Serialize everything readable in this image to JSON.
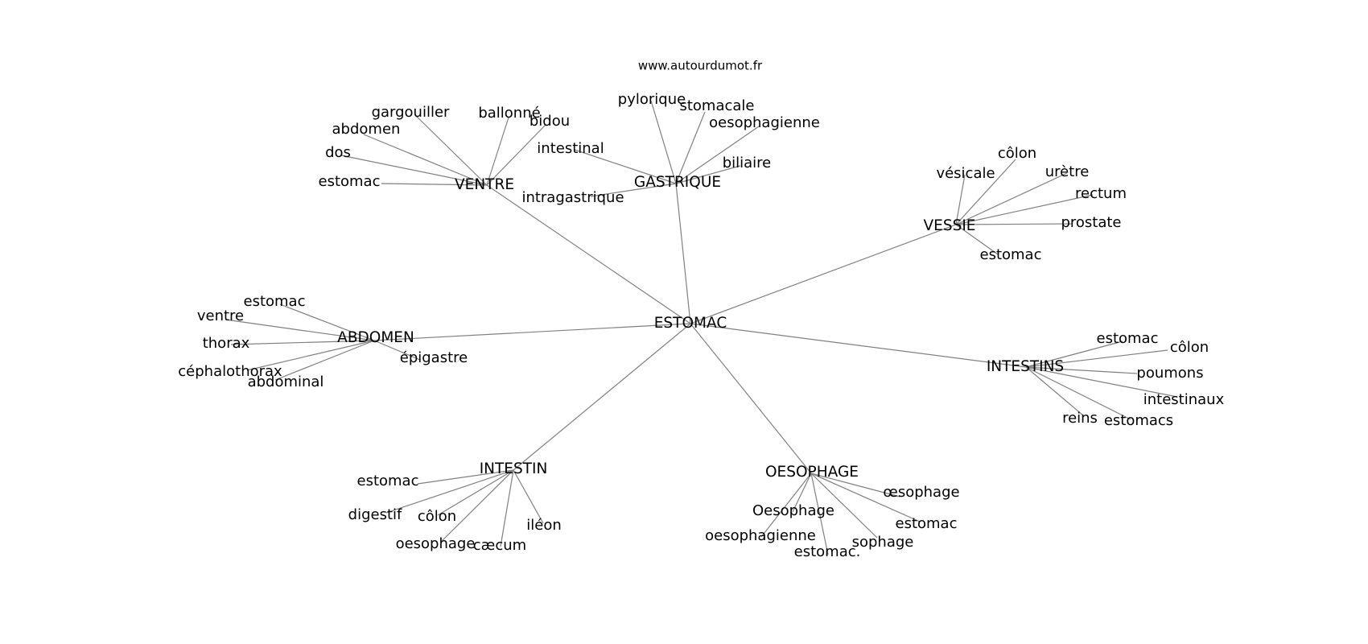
{
  "credit": "www.autourdumot.fr",
  "colors": {
    "edge": "#808080",
    "text": "#000000",
    "background": "#ffffff"
  },
  "graph": {
    "root": "ESTOMAC",
    "hubs": [
      {
        "label": "VENTRE",
        "children": [
          "gargouiller",
          "abdomen",
          "dos",
          "estomac",
          "ballonné",
          "bidou"
        ]
      },
      {
        "label": "GASTRIQUE",
        "children": [
          "pylorique",
          "stomacale",
          "oesophagienne",
          "intestinal",
          "biliaire",
          "intragastrique"
        ]
      },
      {
        "label": "VESSIE",
        "children": [
          "côlon",
          "vésicale",
          "urètre",
          "rectum",
          "prostate",
          "estomac"
        ]
      },
      {
        "label": "ABDOMEN",
        "children": [
          "estomac",
          "ventre",
          "thorax",
          "céphalothorax",
          "abdominal",
          "épigastre"
        ]
      },
      {
        "label": "INTESTINS",
        "children": [
          "estomac",
          "côlon",
          "poumons",
          "intestinaux",
          "reins",
          "estomacs"
        ]
      },
      {
        "label": "INTESTIN",
        "children": [
          "estomac",
          "digestif",
          "côlon",
          "oesophage",
          "cæcum",
          "iléon"
        ]
      },
      {
        "label": "OESOPHAGE",
        "children": [
          "œsophage",
          "Oesophage",
          "estomac",
          "oesophagienne",
          "sophage",
          "estomac."
        ]
      }
    ]
  }
}
